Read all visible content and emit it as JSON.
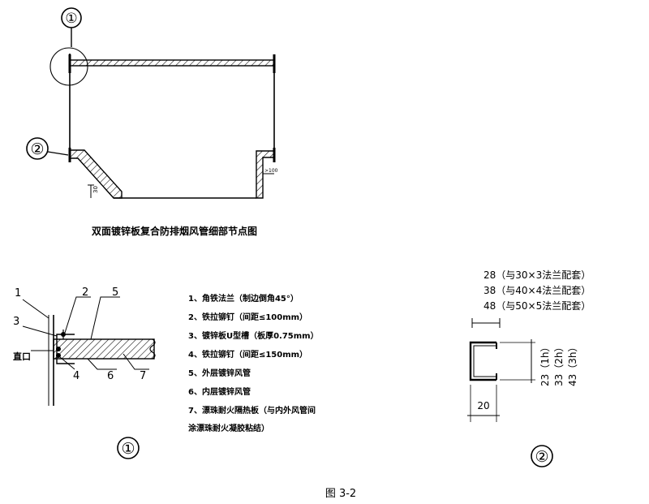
{
  "callouts": {
    "one": "①",
    "two": "②"
  },
  "section_view": {
    "title": "双面镀锌板复合防排烟风管细部节点图",
    "dim_small_right": ">100",
    "dim_small_left": "30"
  },
  "detail_1": {
    "marker": "①",
    "leader_numbers": [
      "1",
      "2",
      "3",
      "4",
      "5",
      "6",
      "7"
    ],
    "joint_label": "直口",
    "legend": [
      "1、角铁法兰（制边倒角45°）",
      "2、铁拉铆钉（间距≤100mm）",
      "3、镀锌板U型槽（板厚0.75mm）",
      "4、铁拉铆钉（间距≤150mm）",
      "5、外层镀锌风管",
      "6、内层镀锌风管",
      "7、漂珠耐火隔热板（与内外风管间",
      "涂漂珠耐火凝胶粘结）"
    ]
  },
  "detail_2": {
    "marker": "②",
    "widths": [
      "28（与30×3法兰配套）",
      "38（与40×4法兰配套）",
      "48（与50×5法兰配套）"
    ],
    "heights": [
      "23（1h）",
      "33（2h）",
      "43（3h）"
    ],
    "bottom_dim": "20"
  },
  "caption": "图 3-2"
}
